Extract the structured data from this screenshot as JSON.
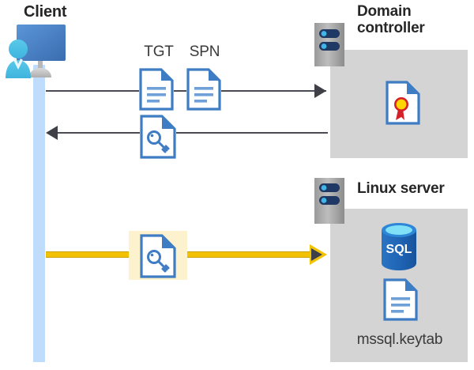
{
  "diagram": {
    "title_client": "Client",
    "title_domain_controller": "Domain\ncontroller",
    "title_domain_controller_line1": "Domain",
    "title_domain_controller_line2": "controller",
    "title_linux_server": "Linux server",
    "label_tgt": "TGT",
    "label_spn": "SPN",
    "label_keytab_file": "mssql.keytab",
    "label_sql_database": "SQL"
  },
  "icons": {
    "client_user": "user-avatar-icon",
    "client_monitor": "monitor-icon",
    "tgt_document": "document-icon",
    "spn_document": "document-icon",
    "service_ticket": "document-key-icon",
    "client_ticket": "document-key-icon",
    "certificate": "certificate-document-icon",
    "sql_database": "sql-database-icon",
    "keytab_document": "document-icon",
    "dc_server_rack": "server-rack-icon",
    "linux_server_rack": "server-rack-icon"
  },
  "flows": [
    {
      "id": "request",
      "direction": "right",
      "style": "solid-dark",
      "from": "client",
      "to": "domain-controller"
    },
    {
      "id": "response",
      "direction": "left",
      "style": "solid-dark",
      "from": "domain-controller",
      "to": "client"
    },
    {
      "id": "authenticate",
      "direction": "right",
      "style": "solid-yellow-highlight",
      "from": "client",
      "to": "linux-server"
    }
  ],
  "colors": {
    "panel_gray": "#d4d4d4",
    "server_gray": "#a6a6a6",
    "server_bar_navy": "#1f3864",
    "server_dot_blue": "#41b6e6",
    "lifeline_blue": "#bfdcfd",
    "doc_outline_blue": "#3e7cc4",
    "doc_fold_blue": "#3e7cc4",
    "doc_lines_blue": "#6fa0d8",
    "arrow_dark": "#3f3f48",
    "arrow_yellow": "#f2c200",
    "highlight_yellow": "#fdf2ce",
    "sql_blue": "#1f6fc4",
    "sql_top_blue": "#6fd4f2",
    "cert_gold": "#ffd500",
    "cert_red": "#d62027",
    "title_text": "#262626",
    "caption_text": "#3a3a3a",
    "avatar_blue": "#41b6e6",
    "monitor_blue": "#4a84c8"
  }
}
